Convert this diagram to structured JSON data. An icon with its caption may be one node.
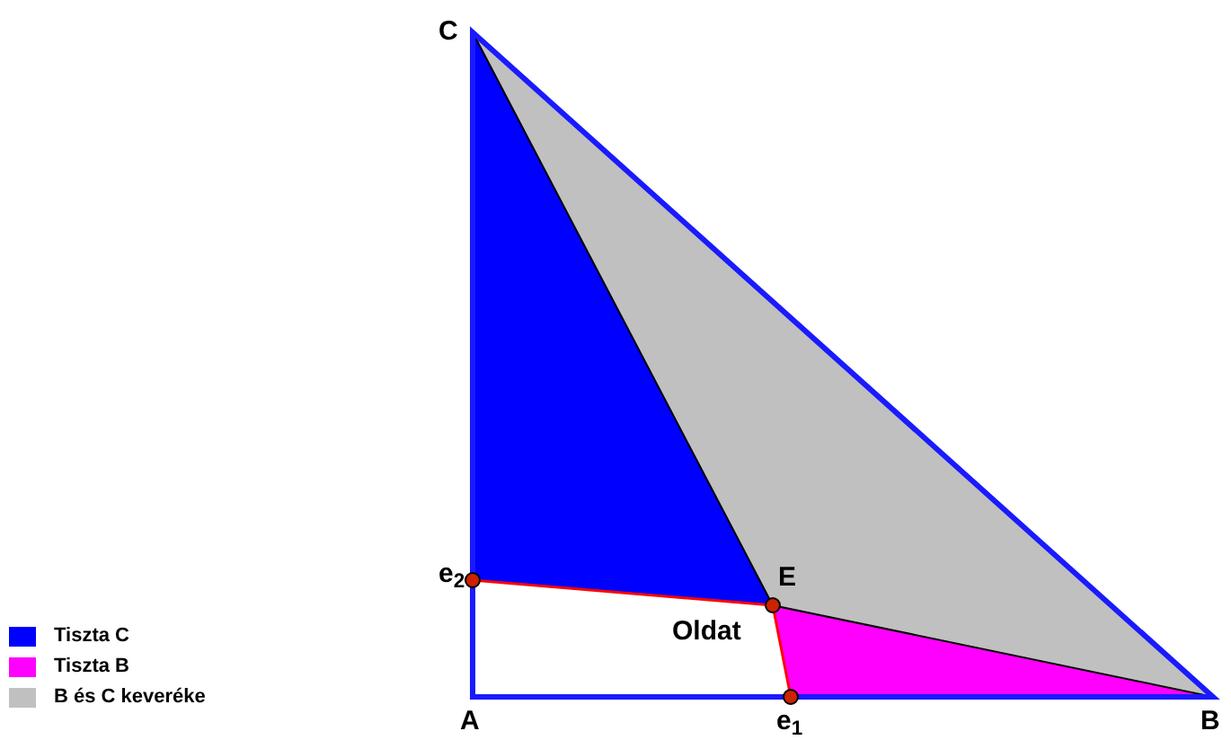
{
  "diagram": {
    "labels": [
      "C",
      "e$_{2}$",
      "E",
      "Oldat",
      "A",
      "e$_{1}$",
      "B"
    ],
    "legend": [
      {
        "text": "Tiszta C",
        "color": "#0000ff"
      },
      {
        "text": "Tiszta B",
        "color": "#ff00ff"
      },
      {
        "text": "B és C keveréke",
        "color": "#c0c0c0"
      }
    ]
  }
}
